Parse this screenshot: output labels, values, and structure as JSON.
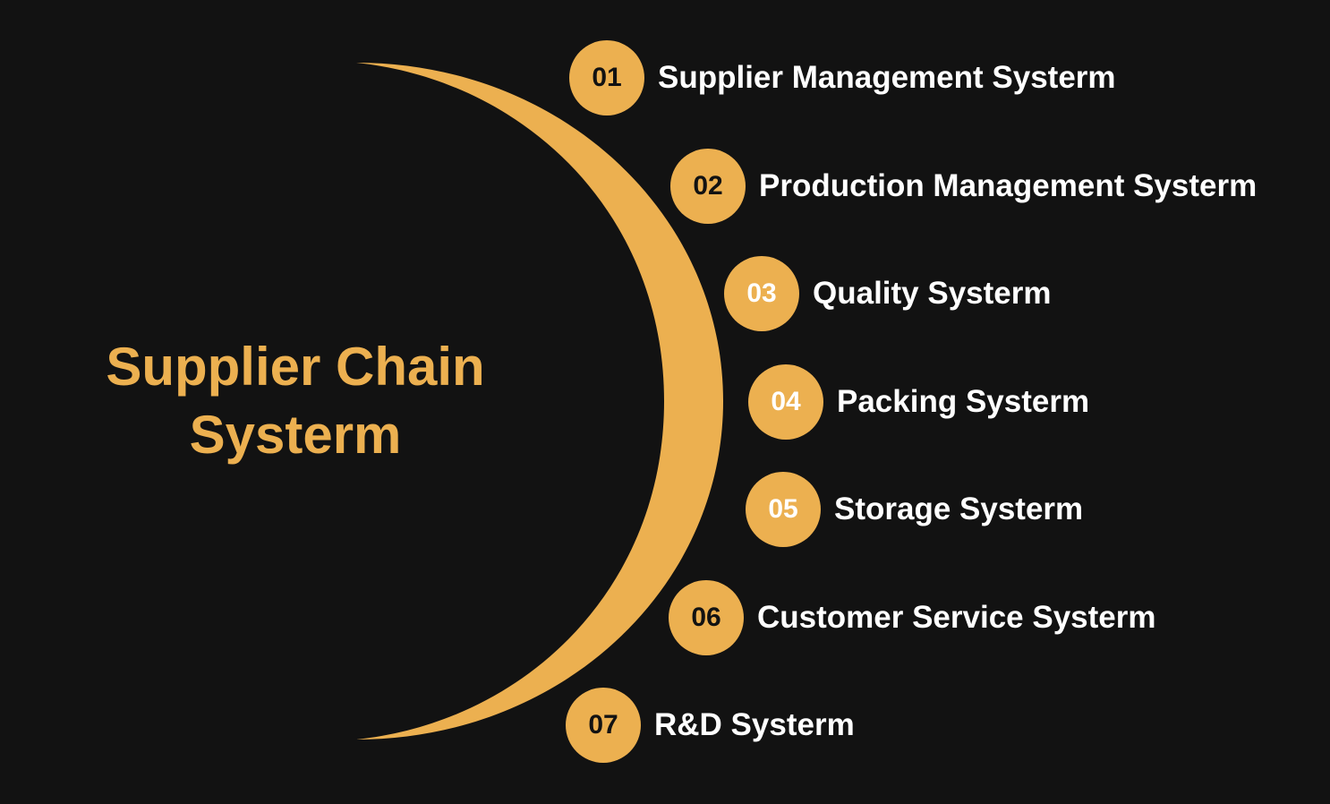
{
  "title": {
    "line1": "Supplier Chain",
    "line2": "Systerm"
  },
  "colors": {
    "background": "#121212",
    "accent": "#ECB050",
    "text": "#ffffff"
  },
  "items": [
    {
      "number": "01",
      "label": "Supplier Management Systerm"
    },
    {
      "number": "02",
      "label": "Production Management Systerm"
    },
    {
      "number": "03",
      "label": "Quality Systerm"
    },
    {
      "number": "04",
      "label": "Packing Systerm"
    },
    {
      "number": "05",
      "label": "Storage Systerm"
    },
    {
      "number": "06",
      "label": "Customer Service Systerm"
    },
    {
      "number": "07",
      "label": "R&D Systerm"
    }
  ]
}
